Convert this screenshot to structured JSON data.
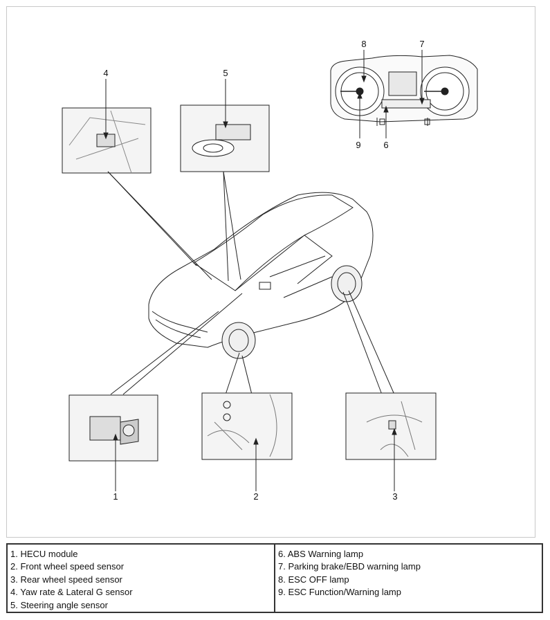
{
  "callouts": {
    "c1": "1",
    "c2": "2",
    "c3": "3",
    "c4": "4",
    "c5": "5",
    "c6": "6",
    "c7": "7",
    "c8": "8",
    "c9": "9"
  },
  "legend": {
    "left": [
      "1. HECU module",
      "2. Front wheel speed sensor",
      "3. Rear wheel speed sensor",
      "4. Yaw rate & Lateral G sensor",
      "5. Steering angle sensor"
    ],
    "right": [
      "6. ABS Warning lamp",
      "7. Parking brake/EBD warning lamp",
      "8. ESC OFF lamp",
      "9. ESC Function/Warning lamp"
    ]
  },
  "colors": {
    "line": "#222222",
    "box_border": "#333333",
    "fill": "#f4f4f4"
  }
}
